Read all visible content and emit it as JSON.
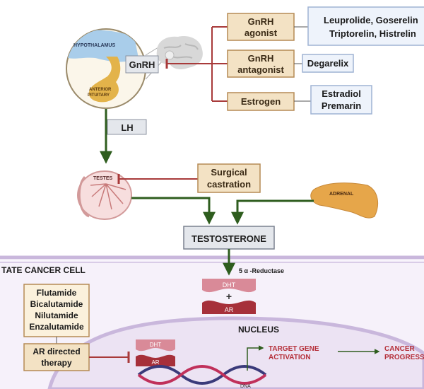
{
  "hpa": {
    "hypothalamus_label": "HYPOTHALAMUS",
    "pituitary_label_1": "ANTERIOR",
    "pituitary_label_2": "PITUITARY",
    "gnrh_label": "GnRH",
    "lh_label": "LH",
    "testes_label": "TESTES",
    "adrenal_label": "ADRENAL",
    "testosterone_label": "TESTOSTERONE"
  },
  "drug_classes": {
    "agonist": {
      "line1": "GnRH",
      "line2": "agonist"
    },
    "antagonist": {
      "line1": "GnRH",
      "line2": "antagonist"
    },
    "estrogen": {
      "line1": "Estrogen"
    }
  },
  "drugs": {
    "agonist_line1": "Leuprolide, Goserelin",
    "agonist_line2": "Triptorelin,  Histrelin",
    "antagonist_line1": "Degarelix",
    "estrogen_line1": "Estradiol",
    "estrogen_line2": "Premarin"
  },
  "surgery": {
    "line1": "Surgical",
    "line2": "castration"
  },
  "cell": {
    "title": "TATE CANCER CELL",
    "reductase_label": "5 α -Reductase",
    "dht_label": "DHT",
    "plus_sign": "+",
    "ar_label": "AR",
    "nucleus_label": "NUCLEUS",
    "dna_label": "DNA",
    "target_gene_line1": "TARGET GENE",
    "target_gene_line2": "ACTIVATION",
    "cancer_line1": "CANCER",
    "cancer_line2": "PROGRESS"
  },
  "antiandrogens": {
    "drugs": [
      "Flutamide",
      "Bicalutamide",
      "Nilutamide",
      "Enzalutamide"
    ],
    "therapy_line1": "AR directed",
    "therapy_line2": "therapy"
  },
  "colors": {
    "arrow_green": "#2e5d1e",
    "inhibit_red": "#a83a3a",
    "tan_box": "#f3e2c4",
    "tan_border": "#b58a55",
    "blue_box": "#eef3fb",
    "blue_border": "#9fb3d3",
    "gray_box": "#e4e7ec",
    "membrane": "#c9b7dc",
    "nucleus_fill": "#ece3f3",
    "dht_pink": "#d98a98",
    "ar_red": "#a6303a",
    "text_red": "#b5303a"
  }
}
